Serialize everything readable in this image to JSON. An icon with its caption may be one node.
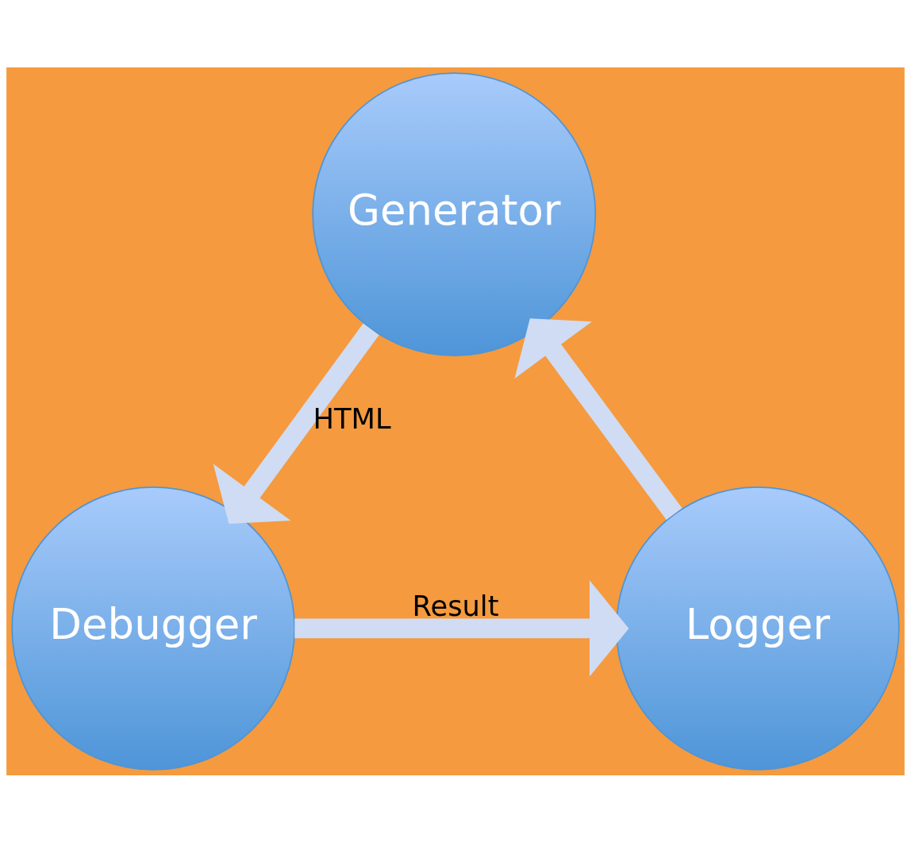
{
  "diagram": {
    "nodes": [
      {
        "text": [
          "Generator"
        ]
      },
      {
        "text": [
          "Logger"
        ]
      },
      {
        "text": [
          "Debugger"
        ]
      }
    ],
    "edges": [
      {
        "from": 1,
        "to": 0,
        "arrow": "to"
      },
      {
        "from": 0,
        "to": 2,
        "label": "HTML",
        "arrow": "to"
      },
      {
        "from": 2,
        "to": 1,
        "label": "Result",
        "arrow": "to"
      }
    ]
  }
}
